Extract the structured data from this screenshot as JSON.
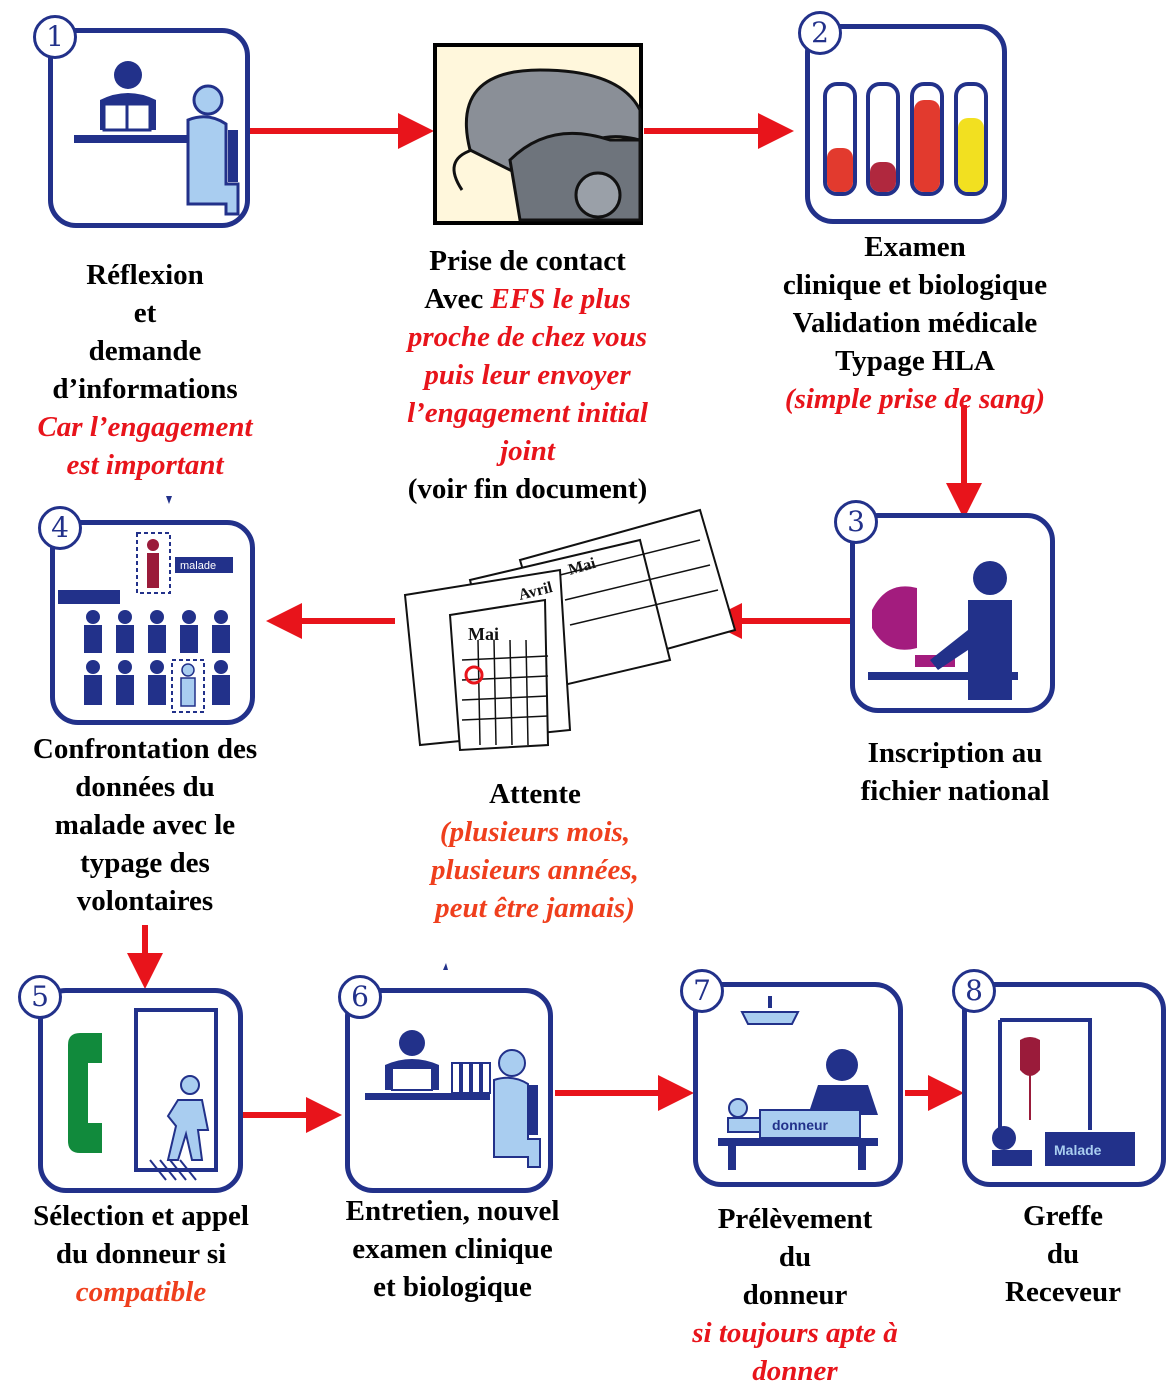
{
  "steps": {
    "s1": {
      "number": "1",
      "lines": [
        "Réflexion",
        "et",
        "demande",
        "d’informations"
      ],
      "note": [
        "Car l’engagement",
        "est important"
      ]
    },
    "contact": {
      "line1": "Prise de contact",
      "avec": "Avec ",
      "avec_em": "EFS le plus",
      "em2": "proche de chez vous",
      "em3": "puis leur envoyer",
      "em4": "l’engagement initial",
      "em5": "joint",
      "tail": "(voir fin document)"
    },
    "s2": {
      "number": "2",
      "lines": [
        "Examen",
        "clinique et biologique",
        "Validation médicale",
        "Typage HLA"
      ],
      "note": "(simple prise de sang)"
    },
    "s3": {
      "number": "3",
      "lines": [
        "Inscription au",
        "fichier national"
      ]
    },
    "wait": {
      "title": "Attente",
      "note": [
        "(plusieurs mois,",
        "plusieurs années,",
        "peut être jamais)"
      ]
    },
    "s4": {
      "number": "4",
      "lines": [
        "Confrontation des",
        "données du",
        "malade avec le",
        "typage des",
        "volontaires"
      ]
    },
    "s5": {
      "number": "5",
      "lines": [
        "Sélection et appel",
        "du donneur si"
      ],
      "note": "compatible"
    },
    "s6": {
      "number": "6",
      "lines": [
        "Entretien, nouvel",
        "examen clinique",
        "et biologique"
      ]
    },
    "s7": {
      "number": "7",
      "lines": [
        "Prélèvement",
        "du",
        "donneur"
      ],
      "note": [
        "si toujours apte à",
        "donner"
      ]
    },
    "s8": {
      "number": "8",
      "lines": [
        "Greffe",
        "du",
        "Receveur"
      ]
    }
  },
  "calendar": {
    "month1": "Mai",
    "month2": "Avril",
    "month3": "Mai"
  },
  "icon_text": {
    "donneur": "donneur",
    "malade": "Malade",
    "pictogram_malade": "malade"
  },
  "colors": {
    "frame": "#22318a",
    "arrow": "#e8141b",
    "figure_dark": "#22318a",
    "figure_light": "#a9cdf0",
    "note_red": "#e8141b",
    "note_orange": "#ef3f1d"
  }
}
